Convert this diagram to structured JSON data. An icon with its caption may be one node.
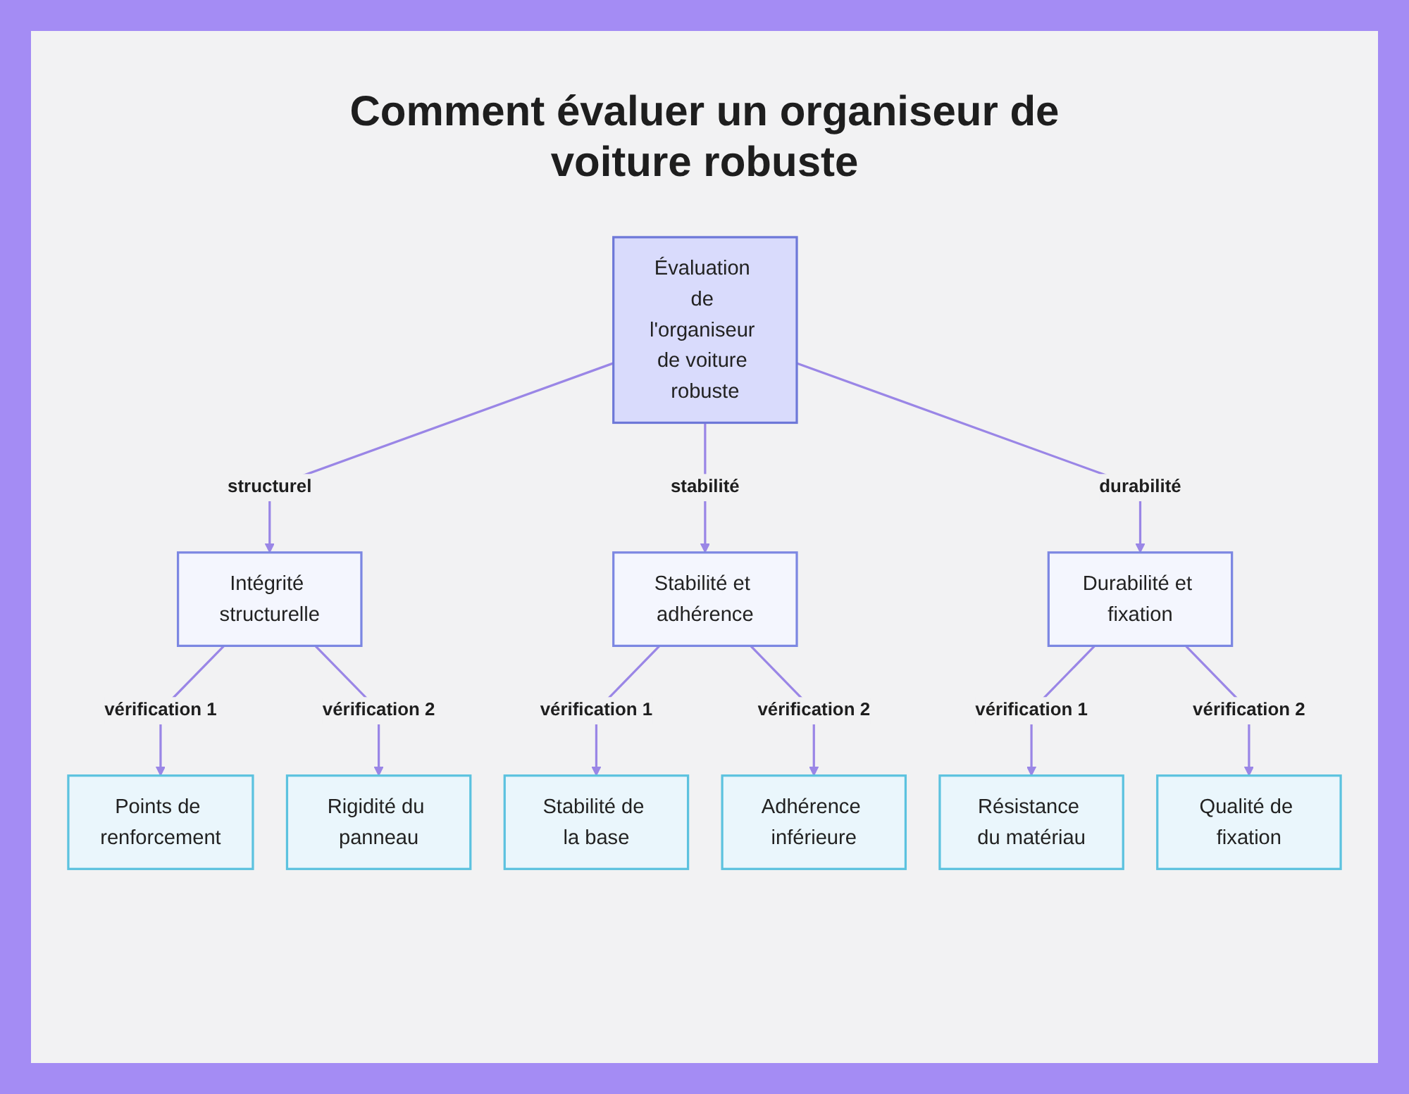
{
  "diagram": {
    "title": "Comment évaluer un organiseur de voiture robuste",
    "nodes": [
      {
        "text": [
          "Évaluation de l'organiseur de voiture robuste"
        ]
      },
      {
        "text": [
          "Intégrité structurelle"
        ]
      },
      {
        "text": [
          "Stabilité et adhérence"
        ]
      },
      {
        "text": [
          "Durabilité et fixation"
        ]
      },
      {
        "text": [
          "Points de renforcement"
        ]
      },
      {
        "text": [
          "Rigidité du panneau"
        ]
      },
      {
        "text": [
          "Stabilité de la base"
        ]
      },
      {
        "text": [
          "Adhérence inférieure"
        ]
      },
      {
        "text": [
          "Résistance du matériau"
        ]
      },
      {
        "text": [
          "Qualité de fixation"
        ]
      }
    ],
    "edges": [
      {
        "from": 0,
        "to": 1,
        "arrow": "to",
        "label": "structurel"
      },
      {
        "from": 0,
        "to": 2,
        "arrow": "to",
        "label": "stabilité"
      },
      {
        "from": 0,
        "to": 3,
        "arrow": "to",
        "label": "durabilité"
      },
      {
        "from": 1,
        "to": 4,
        "arrow": "to",
        "label": "vérification 1"
      },
      {
        "from": 1,
        "to": 5,
        "arrow": "to",
        "label": "vérification 2"
      },
      {
        "from": 2,
        "to": 6,
        "arrow": "to",
        "label": "vérification 1"
      },
      {
        "from": 2,
        "to": 7,
        "arrow": "to",
        "label": "vérification 2"
      },
      {
        "from": 3,
        "to": 8,
        "arrow": "to",
        "label": "vérification 1"
      },
      {
        "from": 3,
        "to": 9,
        "arrow": "to",
        "label": "vérification 2"
      }
    ]
  }
}
